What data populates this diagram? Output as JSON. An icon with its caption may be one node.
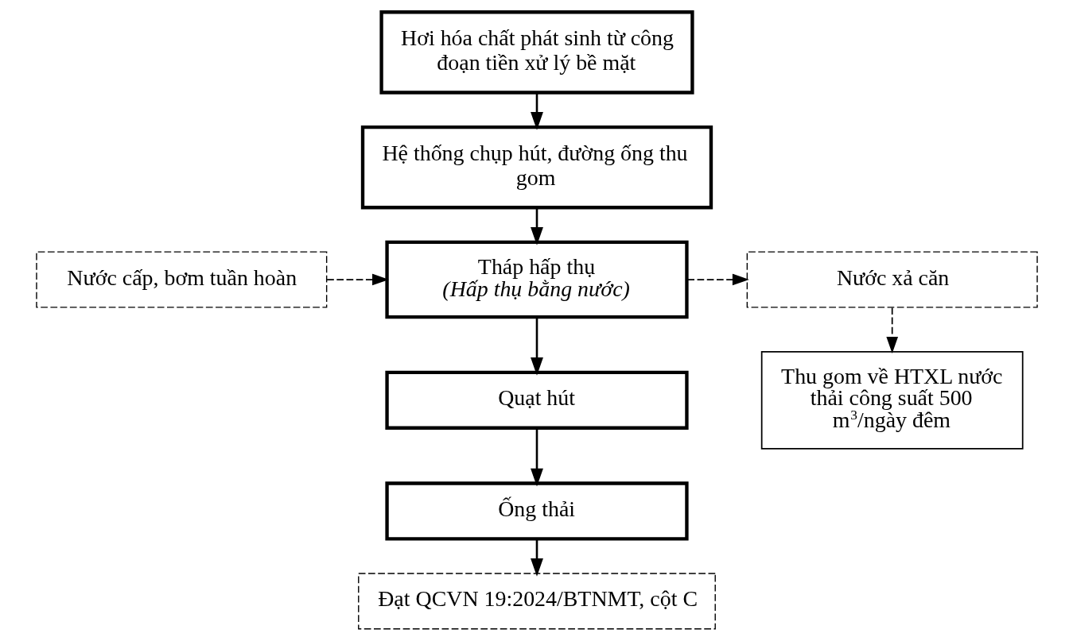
{
  "diagram": {
    "nodes": [
      {
        "text": [
          "Hơi hóa chất phát sinh từ công đoạn tiền xử lý bề mặt"
        ]
      },
      {
        "text": [
          "Hệ thống chụp hút, đường ống thu gom"
        ]
      },
      {
        "text": [
          "Nước cấp, bơm tuần hoàn"
        ]
      },
      {
        "text": [
          "Tháp hấp thụ",
          "(Hấp thụ bằng nước)"
        ]
      },
      {
        "text": [
          "Nước xả căn"
        ]
      },
      {
        "text": [
          "Thu gom về HTXL nước thải công suất 500 m$^{3}$/ngày đêm"
        ]
      },
      {
        "text": [
          "Quạt hút"
        ]
      },
      {
        "text": [
          "Ống thải"
        ]
      },
      {
        "text": [
          "Đạt QCVN 19:2024/BTNMT, cột C"
        ]
      }
    ],
    "edges": [
      {
        "from": 0,
        "to": 1,
        "arrow": "to"
      },
      {
        "from": 1,
        "to": 3,
        "arrow": "to"
      },
      {
        "from": 2,
        "to": 3,
        "arrow": "to",
        "style": "dashed"
      },
      {
        "from": 3,
        "to": 4,
        "arrow": "to",
        "style": "dashed"
      },
      {
        "from": 4,
        "to": 5,
        "arrow": "to",
        "style": "dashed"
      },
      {
        "from": 3,
        "to": 6,
        "arrow": "to"
      },
      {
        "from": 6,
        "to": 7,
        "arrow": "to"
      },
      {
        "from": 7,
        "to": 8,
        "arrow": "to"
      }
    ]
  }
}
